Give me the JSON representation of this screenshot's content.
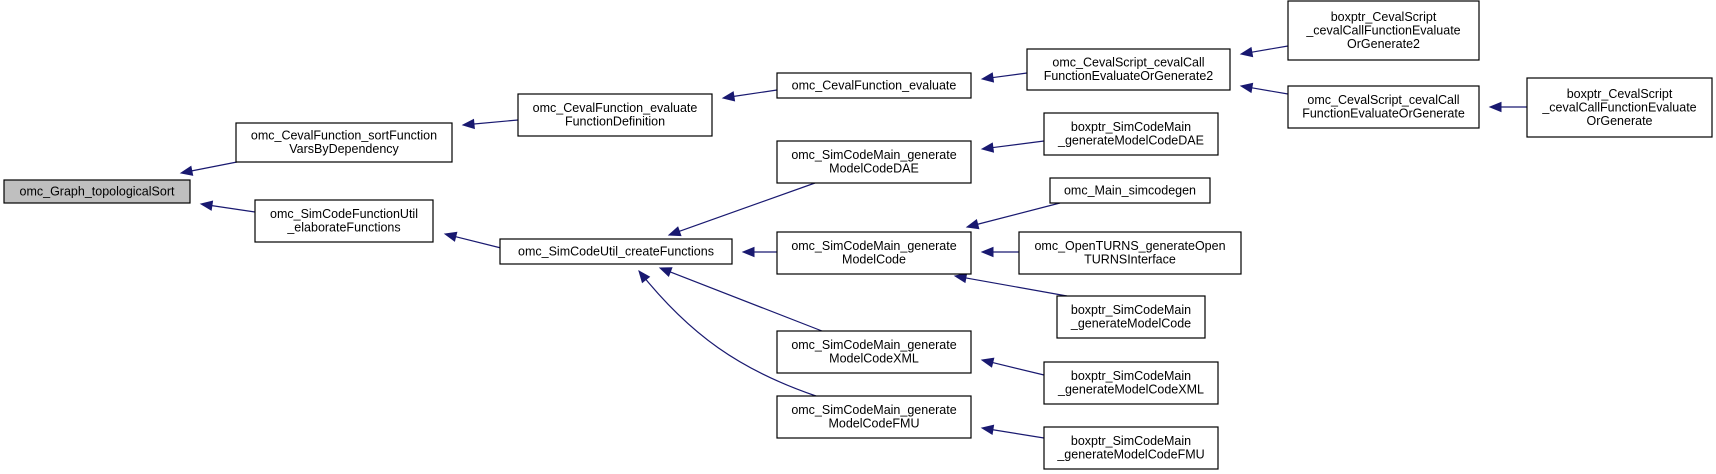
{
  "diagram": {
    "type": "call-graph",
    "colors": {
      "edge": "#191970",
      "root_fill": "#bfbfbf",
      "node_fill": "#ffffff",
      "border": "#000000"
    },
    "nodes": [
      {
        "id": "topo",
        "root": true,
        "lines": [
          "omc_Graph_topologicalSort"
        ]
      },
      {
        "id": "sortvars",
        "lines": [
          "omc_CevalFunction_sortFunction",
          "VarsByDependency"
        ]
      },
      {
        "id": "elab",
        "lines": [
          "omc_SimCodeFunctionUtil",
          "_elaborateFunctions"
        ]
      },
      {
        "id": "evaldef",
        "lines": [
          "omc_CevalFunction_evaluate",
          "FunctionDefinition"
        ]
      },
      {
        "id": "createfn",
        "lines": [
          "omc_SimCodeUtil_createFunctions"
        ]
      },
      {
        "id": "ceval",
        "lines": [
          "omc_CevalFunction_evaluate"
        ]
      },
      {
        "id": "dae",
        "lines": [
          "omc_SimCodeMain_generate",
          "ModelCodeDAE"
        ]
      },
      {
        "id": "mc",
        "lines": [
          "omc_SimCodeMain_generate",
          "ModelCode"
        ]
      },
      {
        "id": "xml",
        "lines": [
          "omc_SimCodeMain_generate",
          "ModelCodeXML"
        ]
      },
      {
        "id": "fmu",
        "lines": [
          "omc_SimCodeMain_generate",
          "ModelCodeFMU"
        ]
      },
      {
        "id": "evgen2",
        "lines": [
          "omc_CevalScript_cevalCall",
          "FunctionEvaluateOrGenerate2"
        ]
      },
      {
        "id": "evgen",
        "lines": [
          "omc_CevalScript_cevalCall",
          "FunctionEvaluateOrGenerate"
        ]
      },
      {
        "id": "bevgen2",
        "lines": [
          "boxptr_CevalScript",
          "_cevalCallFunctionEvaluate",
          "OrGenerate2"
        ]
      },
      {
        "id": "bevgen",
        "lines": [
          "boxptr_CevalScript",
          "_cevalCallFunctionEvaluate",
          "OrGenerate"
        ]
      },
      {
        "id": "bdae",
        "lines": [
          "boxptr_SimCodeMain",
          "_generateModelCodeDAE"
        ]
      },
      {
        "id": "simcodegen",
        "lines": [
          "omc_Main_simcodegen"
        ]
      },
      {
        "id": "openturns",
        "lines": [
          "omc_OpenTURNS_generateOpen",
          "TURNSInterface"
        ]
      },
      {
        "id": "bmc",
        "lines": [
          "boxptr_SimCodeMain",
          "_generateModelCode"
        ]
      },
      {
        "id": "bxml",
        "lines": [
          "boxptr_SimCodeMain",
          "_generateModelCodeXML"
        ]
      },
      {
        "id": "bfmu",
        "lines": [
          "boxptr_SimCodeMain",
          "_generateModelCodeFMU"
        ]
      }
    ],
    "edges": [
      {
        "from": "sortvars",
        "to": "topo"
      },
      {
        "from": "elab",
        "to": "topo"
      },
      {
        "from": "evaldef",
        "to": "sortvars"
      },
      {
        "from": "createfn",
        "to": "elab"
      },
      {
        "from": "ceval",
        "to": "evaldef"
      },
      {
        "from": "dae",
        "to": "createfn"
      },
      {
        "from": "mc",
        "to": "createfn"
      },
      {
        "from": "xml",
        "to": "createfn"
      },
      {
        "from": "fmu",
        "to": "createfn"
      },
      {
        "from": "evgen2",
        "to": "ceval"
      },
      {
        "from": "bevgen2",
        "to": "evgen2"
      },
      {
        "from": "evgen",
        "to": "evgen2"
      },
      {
        "from": "bevgen",
        "to": "evgen"
      },
      {
        "from": "bdae",
        "to": "dae"
      },
      {
        "from": "simcodegen",
        "to": "mc"
      },
      {
        "from": "openturns",
        "to": "mc"
      },
      {
        "from": "bmc",
        "to": "mc"
      },
      {
        "from": "bxml",
        "to": "xml"
      },
      {
        "from": "bfmu",
        "to": "fmu"
      }
    ]
  }
}
